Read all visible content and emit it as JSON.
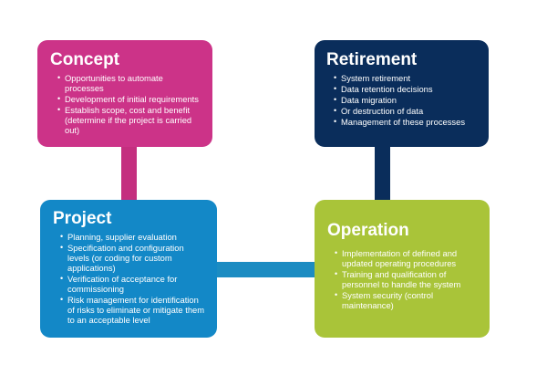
{
  "colors": {
    "concept": "#cc3388",
    "retirement": "#0a2d5b",
    "project": "#1388c7",
    "operation": "#a9c439"
  },
  "concept": {
    "title": "Concept",
    "items": [
      "Opportunities to automate processes",
      "Development of initial requirements",
      "Establish scope, cost and benefit (determine if the project is carried out)"
    ]
  },
  "retirement": {
    "title": "Retirement",
    "items": [
      "System retirement",
      "Data retention decisions",
      "Data migration",
      "Or destruction of data",
      "Management of these processes"
    ]
  },
  "project": {
    "title": "Project",
    "items": [
      "Planning, supplier evaluation",
      "Specification and configuration levels (or coding for custom applications)",
      "Verification of acceptance for commissioning",
      "Risk management for identification of risks to eliminate or mitigate them to an acceptable level"
    ]
  },
  "operation": {
    "title": "Operation",
    "items": [
      "Implementation of defined and updated operating procedures",
      "Training and qualification of personnel to handle the system",
      "System security (control maintenance)"
    ]
  }
}
